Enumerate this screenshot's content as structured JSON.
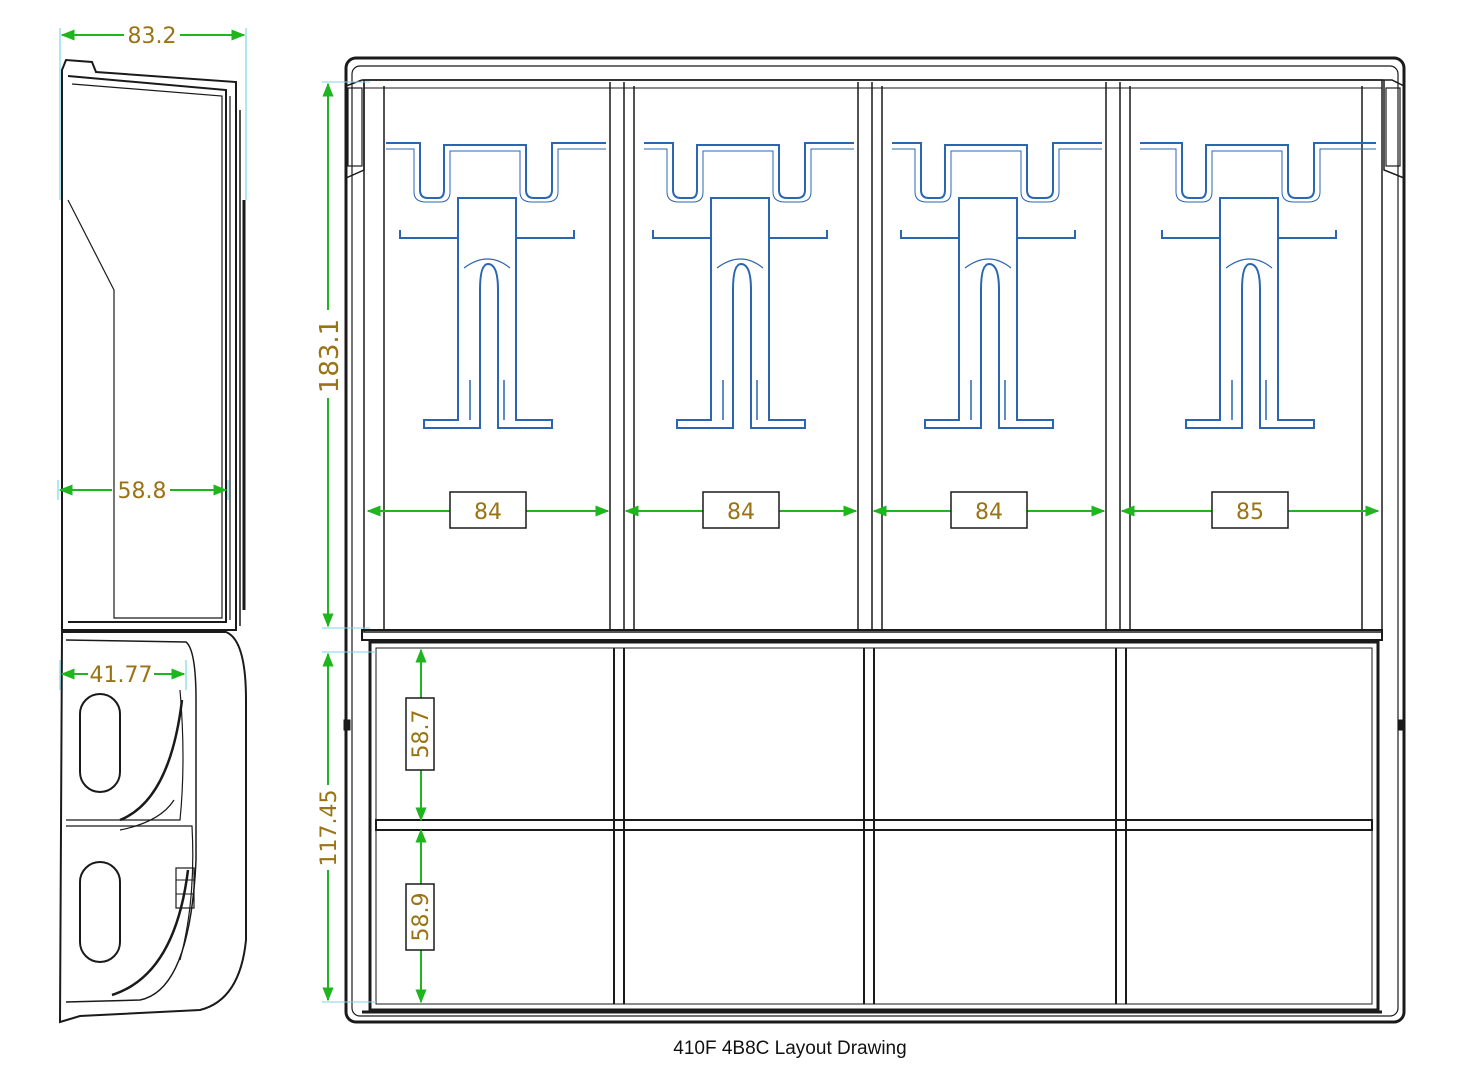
{
  "caption": "410F 4B8C Layout Drawing",
  "colors": {
    "dimension_line": "#1fb51f",
    "dimension_text": "#9a7314",
    "outline": "#1a1a1a",
    "clip_blue": "#2b66b0",
    "extension_cyan": "#7fd6e6"
  },
  "side_view": {
    "overall_width": "83.2",
    "upper_depth": "58.8",
    "lower_depth": "41.77"
  },
  "top_view": {
    "bill_section_height": "183.1",
    "coin_section_height": "117.45",
    "bill_widths": [
      "84",
      "84",
      "84",
      "85"
    ],
    "coin_row_heights": [
      "58.7",
      "58.9"
    ]
  }
}
